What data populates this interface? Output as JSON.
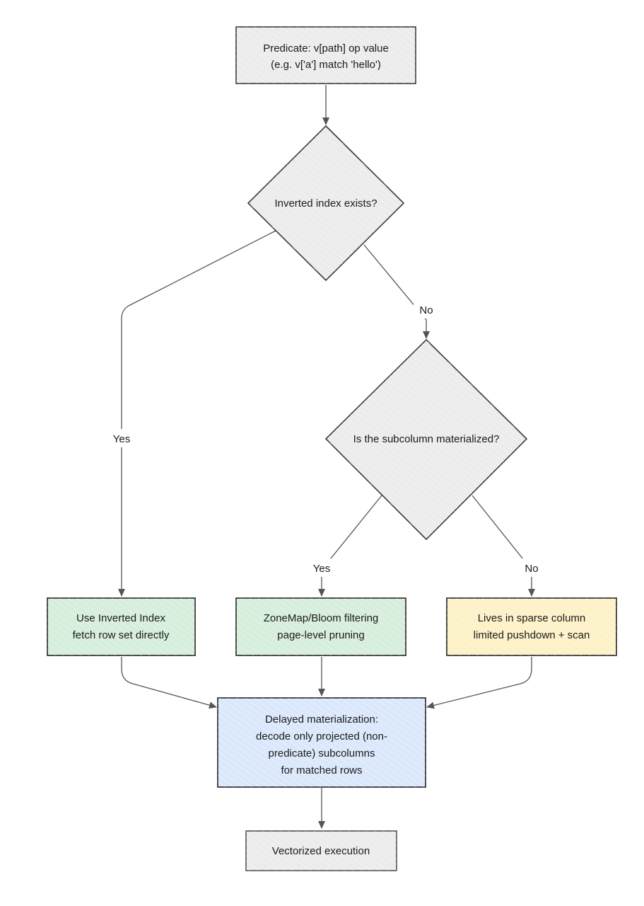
{
  "colors": {
    "gray_fill": "#ececec",
    "green_fill": "#d6eedb",
    "yellow_fill": "#fdf1c8",
    "blue_fill": "#dbe8fb",
    "edge": "#555555",
    "text": "#1a1a1a"
  },
  "nodes": {
    "predicate": {
      "lines": [
        "Predicate: v[path] op value",
        "(e.g. v['a'] match 'hello')"
      ]
    },
    "inverted_index_decision": {
      "lines": [
        "Inverted index exists?"
      ]
    },
    "subcolumn_decision": {
      "lines": [
        "Is the subcolumn materialized?"
      ]
    },
    "use_inverted_index": {
      "lines": [
        "Use Inverted Index",
        "fetch row set directly"
      ]
    },
    "zonemap_bloom": {
      "lines": [
        "ZoneMap/Bloom filtering",
        "page-level pruning"
      ]
    },
    "sparse_column": {
      "lines": [
        "Lives in sparse column",
        "limited pushdown + scan"
      ]
    },
    "delayed_materialization": {
      "lines": [
        "Delayed materialization:",
        "decode only projected (non-",
        "predicate) subcolumns",
        "for matched rows"
      ]
    },
    "vectorized_execution": {
      "lines": [
        "Vectorized execution"
      ]
    }
  },
  "edges": {
    "inverted_yes": "Yes",
    "inverted_no": "No",
    "subcolumn_yes": "Yes",
    "subcolumn_no": "No"
  }
}
